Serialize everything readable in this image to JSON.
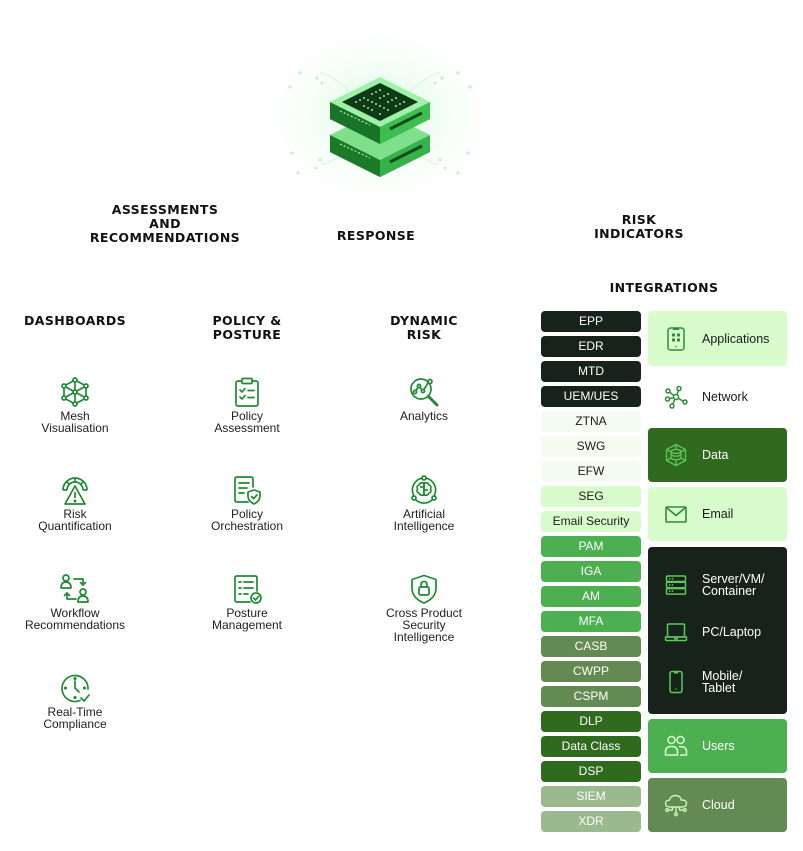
{
  "hero": {
    "logo_icon": "stacked-server-cube-logo"
  },
  "headings": {
    "assessments": "ASSESSMENTS\nAND\nRECOMMENDATIONS",
    "response": "RESPONSE",
    "risk_indicators": "RISK\nINDICATORS",
    "integrations": "INTEGRATIONS",
    "dashboards": "DASHBOARDS",
    "policy_posture": "POLICY &\nPOSTURE",
    "dynamic_risk": "DYNAMIC\nRISK"
  },
  "columns": {
    "dashboards": [
      {
        "label": "Mesh\nVisualisation",
        "icon": "mesh-network-icon"
      },
      {
        "label": "Risk\nQuantification",
        "icon": "risk-gauge-warning-icon"
      },
      {
        "label": "Workflow\nRecommendations",
        "icon": "workflow-users-icon"
      },
      {
        "label": "Real-Time\nCompliance",
        "icon": "clock-check-icon"
      }
    ],
    "policy_posture": [
      {
        "label": "Policy\nAssessment",
        "icon": "clipboard-checklist-icon"
      },
      {
        "label": "Policy\nOrchestration",
        "icon": "document-shield-icon"
      },
      {
        "label": "Posture\nManagement",
        "icon": "list-check-icon"
      }
    ],
    "dynamic_risk": [
      {
        "label": "Analytics",
        "icon": "magnifier-chart-icon"
      },
      {
        "label": "Artificial\nIntelligence",
        "icon": "brain-circuit-icon"
      },
      {
        "label": "Cross Product\nSecurity\nIntelligence",
        "icon": "shield-lock-icon"
      }
    ]
  },
  "integrations": {
    "tools": [
      {
        "label": "EPP",
        "bg": "#16221a",
        "fg": "#ffffff"
      },
      {
        "label": "EDR",
        "bg": "#16221a",
        "fg": "#ffffff"
      },
      {
        "label": "MTD",
        "bg": "#16221a",
        "fg": "#ffffff"
      },
      {
        "label": "UEM/UES",
        "bg": "#16221a",
        "fg": "#ffffff"
      },
      {
        "label": "ZTNA",
        "bg": "#f4fcf2",
        "fg": "#1a1a1a"
      },
      {
        "label": "SWG",
        "bg": "#f4fcf2",
        "fg": "#1a1a1a"
      },
      {
        "label": "EFW",
        "bg": "#f4fcf2",
        "fg": "#1a1a1a"
      },
      {
        "label": "SEG",
        "bg": "#d8fccc",
        "fg": "#1a1a1a"
      },
      {
        "label": "Email Security",
        "bg": "#d8fccc",
        "fg": "#1a1a1a"
      },
      {
        "label": "PAM",
        "bg": "#4caf50",
        "fg": "#ffffff"
      },
      {
        "label": "IGA",
        "bg": "#4caf50",
        "fg": "#ffffff"
      },
      {
        "label": "AM",
        "bg": "#4caf50",
        "fg": "#ffffff"
      },
      {
        "label": "MFA",
        "bg": "#4caf50",
        "fg": "#ffffff"
      },
      {
        "label": "CASB",
        "bg": "#648a54",
        "fg": "#ffffff"
      },
      {
        "label": "CWPP",
        "bg": "#648a54",
        "fg": "#ffffff"
      },
      {
        "label": "CSPM",
        "bg": "#648a54",
        "fg": "#ffffff"
      },
      {
        "label": "DLP",
        "bg": "#2f6a1f",
        "fg": "#ffffff"
      },
      {
        "label": "Data Class",
        "bg": "#2f6a1f",
        "fg": "#ffffff"
      },
      {
        "label": "DSP",
        "bg": "#2f6a1f",
        "fg": "#ffffff"
      },
      {
        "label": "SIEM",
        "bg": "#9ab98e",
        "fg": "#ffffff"
      },
      {
        "label": "XDR",
        "bg": "#9ab98e",
        "fg": "#ffffff"
      }
    ],
    "categories": [
      {
        "label": "Applications",
        "icon": "mobile-apps-icon",
        "bg": "#d8fccc",
        "fg": "#1a1a1a",
        "icon_color": "#2e8b3a"
      },
      {
        "label": "Network",
        "icon": "network-nodes-icon",
        "bg": "#ffffff",
        "fg": "#1a1a1a",
        "icon_color": "#2e8b3a"
      },
      {
        "label": "Data",
        "icon": "data-cube-icon",
        "bg": "#2f6a1f",
        "fg": "#ffffff",
        "icon_color": "#5cc85c"
      },
      {
        "label": "Email",
        "icon": "envelope-icon",
        "bg": "#d8fccc",
        "fg": "#1a1a1a",
        "icon_color": "#2e8b3a"
      },
      {
        "label": "Server/VM/\nContainer",
        "icon": "server-stack-icon",
        "bg": "#16221a",
        "fg": "#ffffff",
        "icon_color": "#5cc85c"
      },
      {
        "label": "PC/Laptop",
        "icon": "laptop-icon",
        "bg": "#16221a",
        "fg": "#ffffff",
        "icon_color": "#5cc85c"
      },
      {
        "label": "Mobile/\nTablet",
        "icon": "mobile-device-icon",
        "bg": "#16221a",
        "fg": "#ffffff",
        "icon_color": "#5cc85c"
      },
      {
        "label": "Users",
        "icon": "users-icon",
        "bg": "#4caf50",
        "fg": "#ffffff",
        "icon_color": "#d8fccc"
      },
      {
        "label": "Cloud",
        "icon": "cloud-network-icon",
        "bg": "#648a54",
        "fg": "#ffffff",
        "icon_color": "#c8f5b8"
      }
    ]
  },
  "colors": {
    "icon_green": "#1f8a34",
    "heading_text": "#111111"
  }
}
